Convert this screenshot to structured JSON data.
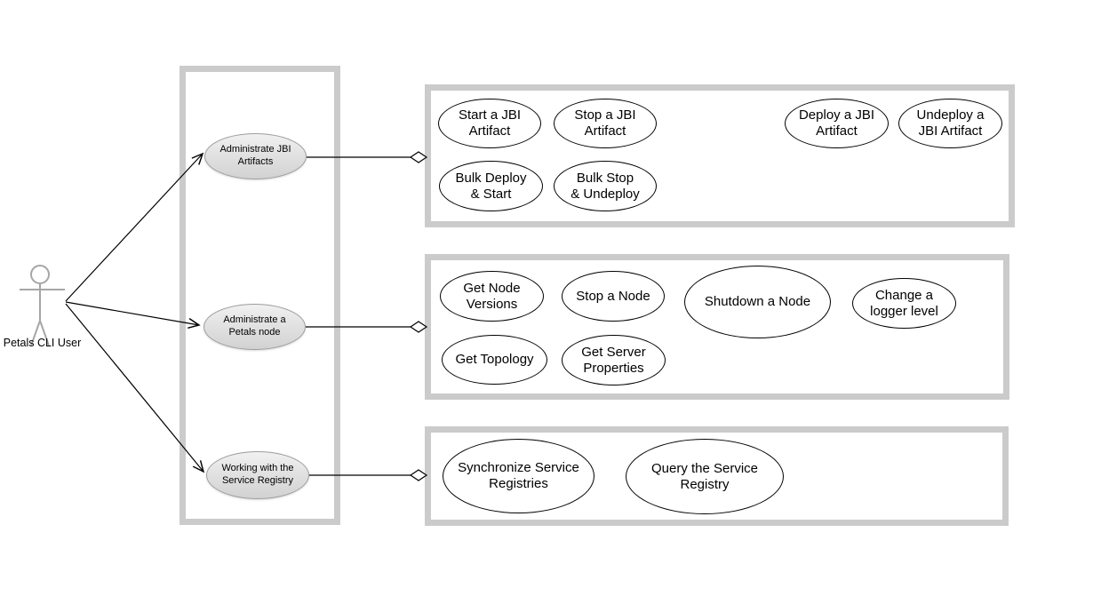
{
  "actor": {
    "label": "Petals CLI User"
  },
  "groups": {
    "jbi": {
      "trigger_label": "Administrate JBI\nArtifacts",
      "usecases": [
        "Start a JBI\nArtifact",
        "Stop a JBI\nArtifact",
        "Deploy a JBI\nArtifact",
        "Undeploy a\nJBI Artifact",
        "Bulk Deploy\n& Start",
        "Bulk Stop\n& Undeploy"
      ]
    },
    "node": {
      "trigger_label": "Administrate a\nPetals node",
      "usecases": [
        "Get Node\nVersions",
        "Stop a Node",
        "Shutdown a Node",
        "Change a\nlogger level",
        "Get Topology",
        "Get Server\nProperties"
      ]
    },
    "registry": {
      "trigger_label": "Working with the\nService Registry",
      "usecases": [
        "Synchronize Service\nRegistries",
        "Query the Service\nRegistry"
      ]
    }
  },
  "colors": {
    "frame_border": "#cbcbcb",
    "usecase_fill": "#ffffff",
    "usecase_border": "#000000",
    "trigger_fill": "#e2e2e2",
    "trigger_border": "#9e9e9e",
    "actor_stroke": "#a6a6a6",
    "connector": "#000000"
  }
}
